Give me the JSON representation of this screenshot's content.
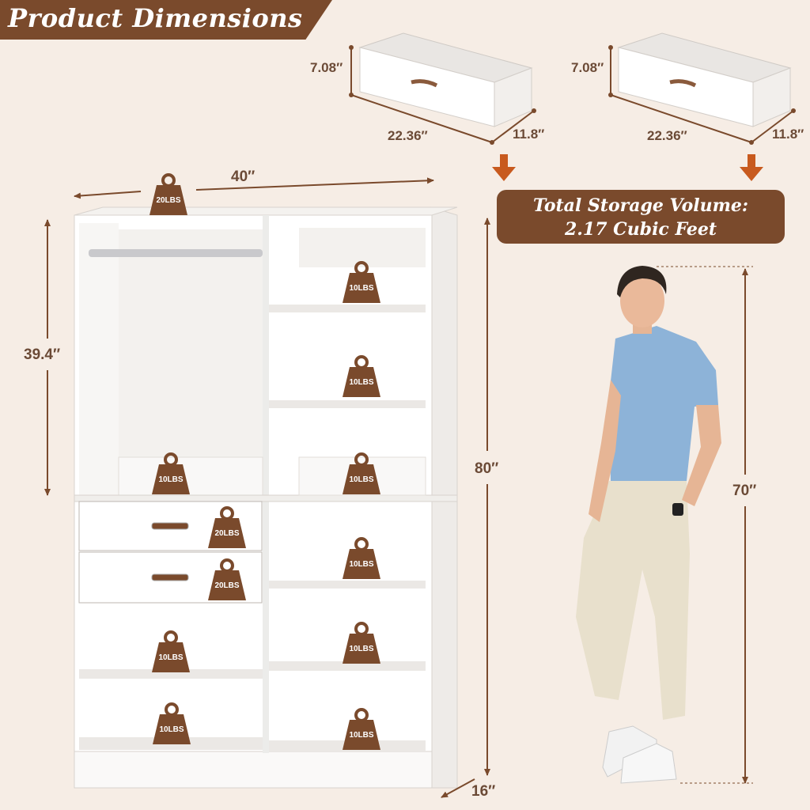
{
  "title": "Product Dimensions",
  "drawers": [
    {
      "height": "7.08″",
      "width": "22.36″",
      "depth": "11.8″"
    },
    {
      "height": "7.08″",
      "width": "22.36″",
      "depth": "11.8″"
    }
  ],
  "volume": {
    "line1": "Total Storage Volume:",
    "line2": "2.17 Cubic Feet"
  },
  "cabinet": {
    "width": "40″",
    "upper_height": "39.4″",
    "total_height": "80″",
    "depth": "16″"
  },
  "person_height": "70″",
  "weights": {
    "top": "20LBS",
    "right_1": "10LBS",
    "right_2": "10LBS",
    "right_3": "10LBS",
    "left_upper": "10LBS",
    "drawer_1": "20LBS",
    "drawer_2": "20LBS",
    "right_4": "10LBS",
    "right_5": "10LBS",
    "left_1": "10LBS",
    "left_2": "10LBS",
    "right_6": "10LBS"
  },
  "colors": {
    "accent": "#7a4a2c",
    "arrow": "#c85a1e",
    "text": "#6b4a36"
  }
}
